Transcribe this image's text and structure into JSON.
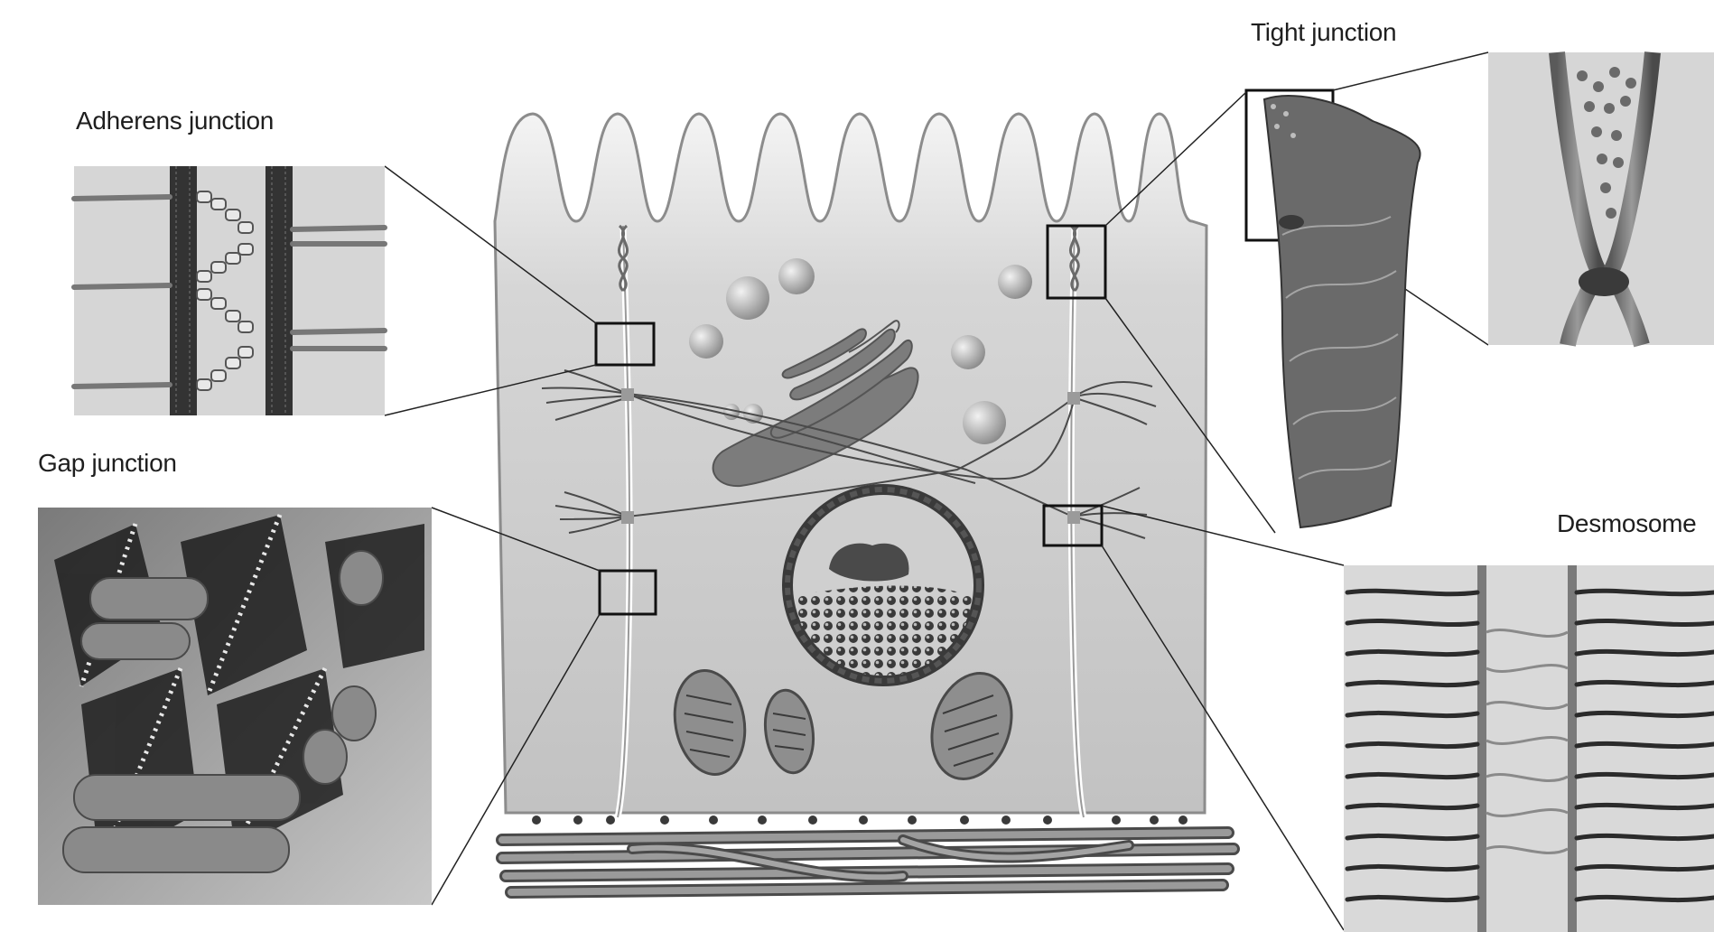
{
  "labels": {
    "adherens": "Adherens junction",
    "gap": "Gap junction",
    "tight": "Tight junction",
    "desmosome": "Desmosome"
  },
  "colors": {
    "cell_fill": "#c9c9c9",
    "membrane": "#8c8c8c",
    "organelle": "#7a7a7a",
    "dark": "#2b2b2b",
    "panel_bg": "#d4d4d4",
    "label_text": "#1e1e1e"
  }
}
